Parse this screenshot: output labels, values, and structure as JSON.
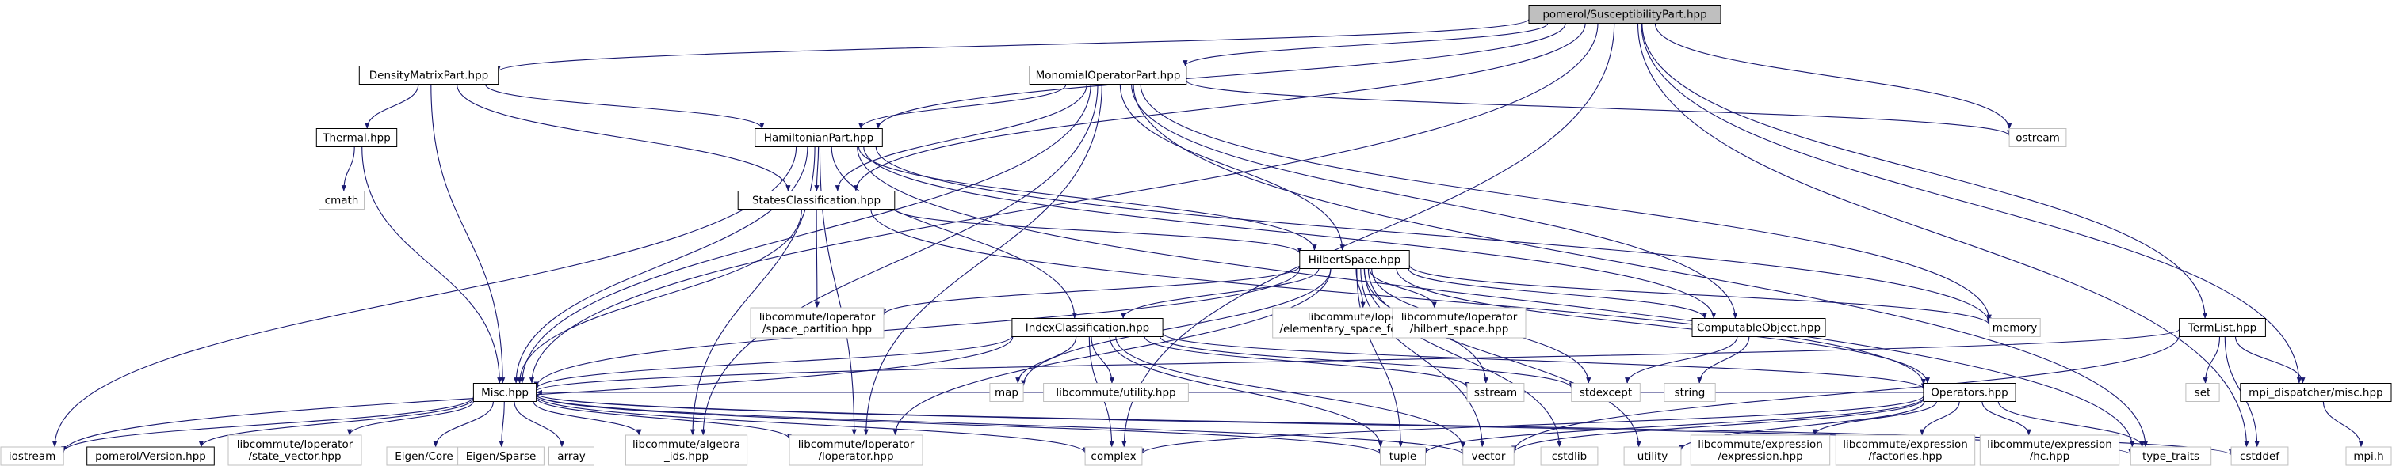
{
  "graph": {
    "nodes": [
      {
        "id": "root",
        "lines": [
          "pomerol/SusceptibilityPart.hpp"
        ],
        "kind": "root"
      },
      {
        "id": "dmp",
        "lines": [
          "DensityMatrixPart.hpp"
        ],
        "kind": "doc"
      },
      {
        "id": "mop",
        "lines": [
          "MonomialOperatorPart.hpp"
        ],
        "kind": "doc"
      },
      {
        "id": "thermal",
        "lines": [
          "Thermal.hpp"
        ],
        "kind": "doc"
      },
      {
        "id": "hp",
        "lines": [
          "HamiltonianPart.hpp"
        ],
        "kind": "doc"
      },
      {
        "id": "sc",
        "lines": [
          "StatesClassification.hpp"
        ],
        "kind": "doc"
      },
      {
        "id": "hs",
        "lines": [
          "HilbertSpace.hpp"
        ],
        "kind": "doc"
      },
      {
        "id": "ic",
        "lines": [
          "IndexClassification.hpp"
        ],
        "kind": "doc"
      },
      {
        "id": "co",
        "lines": [
          "ComputableObject.hpp"
        ],
        "kind": "doc"
      },
      {
        "id": "ops",
        "lines": [
          "Operators.hpp"
        ],
        "kind": "doc"
      },
      {
        "id": "misc",
        "lines": [
          "Misc.hpp"
        ],
        "kind": "doc"
      },
      {
        "id": "ver",
        "lines": [
          "pomerol/Version.hpp"
        ],
        "kind": "doc"
      },
      {
        "id": "tl",
        "lines": [
          "TermList.hpp"
        ],
        "kind": "doc"
      },
      {
        "id": "mpid",
        "lines": [
          "mpi_dispatcher/misc.hpp"
        ],
        "kind": "doc"
      },
      {
        "id": "cmath",
        "lines": [
          "cmath"
        ],
        "kind": "ext"
      },
      {
        "id": "ostream",
        "lines": [
          "ostream"
        ],
        "kind": "ext"
      },
      {
        "id": "memory",
        "lines": [
          "memory"
        ],
        "kind": "ext"
      },
      {
        "id": "lsp",
        "lines": [
          "libcommute/loperator",
          "/space_partition.hpp"
        ],
        "kind": "ext"
      },
      {
        "id": "lesf",
        "lines": [
          "libcommute/loperator",
          "/elementary_space_fermion.hpp"
        ],
        "kind": "ext"
      },
      {
        "id": "lhs",
        "lines": [
          "libcommute/loperator",
          "/hilbert_space.hpp"
        ],
        "kind": "ext"
      },
      {
        "id": "map",
        "lines": [
          "map"
        ],
        "kind": "ext"
      },
      {
        "id": "lutil",
        "lines": [
          "libcommute/utility.hpp"
        ],
        "kind": "ext"
      },
      {
        "id": "sstream",
        "lines": [
          "sstream"
        ],
        "kind": "ext"
      },
      {
        "id": "stdexcept",
        "lines": [
          "stdexcept"
        ],
        "kind": "ext"
      },
      {
        "id": "string",
        "lines": [
          "string"
        ],
        "kind": "ext"
      },
      {
        "id": "set",
        "lines": [
          "set"
        ],
        "kind": "ext"
      },
      {
        "id": "iostream",
        "lines": [
          "iostream"
        ],
        "kind": "ext"
      },
      {
        "id": "lsv",
        "lines": [
          "libcommute/loperator",
          "/state_vector.hpp"
        ],
        "kind": "ext"
      },
      {
        "id": "ecore",
        "lines": [
          "Eigen/Core"
        ],
        "kind": "ext"
      },
      {
        "id": "esparse",
        "lines": [
          "Eigen/Sparse"
        ],
        "kind": "ext"
      },
      {
        "id": "array",
        "lines": [
          "array"
        ],
        "kind": "ext"
      },
      {
        "id": "lalg",
        "lines": [
          "libcommute/algebra",
          "_ids.hpp"
        ],
        "kind": "ext"
      },
      {
        "id": "llop",
        "lines": [
          "libcommute/loperator",
          "/loperator.hpp"
        ],
        "kind": "ext"
      },
      {
        "id": "complex",
        "lines": [
          "complex"
        ],
        "kind": "ext"
      },
      {
        "id": "tuple",
        "lines": [
          "tuple"
        ],
        "kind": "ext"
      },
      {
        "id": "vector",
        "lines": [
          "vector"
        ],
        "kind": "ext"
      },
      {
        "id": "cstdlib",
        "lines": [
          "cstdlib"
        ],
        "kind": "ext"
      },
      {
        "id": "utility",
        "lines": [
          "utility"
        ],
        "kind": "ext"
      },
      {
        "id": "lexpr",
        "lines": [
          "libcommute/expression",
          "/expression.hpp"
        ],
        "kind": "ext"
      },
      {
        "id": "lfact",
        "lines": [
          "libcommute/expression",
          "/factories.hpp"
        ],
        "kind": "ext"
      },
      {
        "id": "lhc",
        "lines": [
          "libcommute/expression",
          "/hc.hpp"
        ],
        "kind": "ext"
      },
      {
        "id": "tt",
        "lines": [
          "type_traits"
        ],
        "kind": "ext"
      },
      {
        "id": "cstddef",
        "lines": [
          "cstddef"
        ],
        "kind": "ext"
      },
      {
        "id": "mpih",
        "lines": [
          "mpi.h"
        ],
        "kind": "ext"
      }
    ],
    "edges": [
      [
        "root",
        "dmp"
      ],
      [
        "root",
        "mop"
      ],
      [
        "root",
        "hp"
      ],
      [
        "root",
        "sc"
      ],
      [
        "root",
        "misc"
      ],
      [
        "root",
        "ostream"
      ],
      [
        "root",
        "tl"
      ],
      [
        "root",
        "mpid"
      ],
      [
        "root",
        "cstddef"
      ],
      [
        "root",
        "complex"
      ],
      [
        "dmp",
        "thermal"
      ],
      [
        "dmp",
        "hp"
      ],
      [
        "dmp",
        "sc"
      ],
      [
        "dmp",
        "misc"
      ],
      [
        "mop",
        "hp"
      ],
      [
        "mop",
        "sc"
      ],
      [
        "mop",
        "hs"
      ],
      [
        "mop",
        "misc"
      ],
      [
        "mop",
        "memory"
      ],
      [
        "mop",
        "llop"
      ],
      [
        "mop",
        "lalg"
      ],
      [
        "mop",
        "tt"
      ],
      [
        "mop",
        "ostream"
      ],
      [
        "mop",
        "co"
      ],
      [
        "thermal",
        "cmath"
      ],
      [
        "thermal",
        "misc"
      ],
      [
        "hp",
        "sc"
      ],
      [
        "hp",
        "ic"
      ],
      [
        "hp",
        "co"
      ],
      [
        "hp",
        "misc"
      ],
      [
        "hp",
        "iostream"
      ],
      [
        "hp",
        "lalg"
      ],
      [
        "hp",
        "llop"
      ],
      [
        "hp",
        "memory"
      ],
      [
        "hp",
        "tt"
      ],
      [
        "hp",
        "hs"
      ],
      [
        "sc",
        "hs"
      ],
      [
        "sc",
        "lsp"
      ],
      [
        "sc",
        "misc"
      ],
      [
        "sc",
        "ops"
      ],
      [
        "hs",
        "ic"
      ],
      [
        "hs",
        "co"
      ],
      [
        "hs",
        "ops"
      ],
      [
        "hs",
        "misc"
      ],
      [
        "hs",
        "lsp"
      ],
      [
        "hs",
        "lesf"
      ],
      [
        "hs",
        "lhs"
      ],
      [
        "hs",
        "memory"
      ],
      [
        "hs",
        "stdexcept"
      ],
      [
        "hs",
        "sstream"
      ],
      [
        "hs",
        "map"
      ],
      [
        "hs",
        "llop"
      ],
      [
        "hs",
        "tuple"
      ],
      [
        "hs",
        "vector"
      ],
      [
        "hs",
        "cstdlib"
      ],
      [
        "hs",
        "utility"
      ],
      [
        "ic",
        "misc"
      ],
      [
        "ic",
        "map"
      ],
      [
        "ic",
        "lutil"
      ],
      [
        "ic",
        "sstream"
      ],
      [
        "ic",
        "stdexcept"
      ],
      [
        "ic",
        "ops"
      ],
      [
        "ic",
        "tuple"
      ],
      [
        "ic",
        "vector"
      ],
      [
        "ic",
        "iostream"
      ],
      [
        "ic",
        "complex"
      ],
      [
        "co",
        "stdexcept"
      ],
      [
        "co",
        "string"
      ],
      [
        "ops",
        "misc"
      ],
      [
        "ops",
        "complex"
      ],
      [
        "ops",
        "tuple"
      ],
      [
        "ops",
        "vector"
      ],
      [
        "ops",
        "lexpr"
      ],
      [
        "ops",
        "lfact"
      ],
      [
        "ops",
        "lhc"
      ],
      [
        "ops",
        "tt"
      ],
      [
        "ops",
        "utility"
      ],
      [
        "misc",
        "ver"
      ],
      [
        "misc",
        "iostream"
      ],
      [
        "misc",
        "lsv"
      ],
      [
        "misc",
        "ecore"
      ],
      [
        "misc",
        "esparse"
      ],
      [
        "misc",
        "array"
      ],
      [
        "misc",
        "lalg"
      ],
      [
        "misc",
        "llop"
      ],
      [
        "misc",
        "complex"
      ],
      [
        "misc",
        "tuple"
      ],
      [
        "misc",
        "vector"
      ],
      [
        "misc",
        "tt"
      ],
      [
        "misc",
        "cstddef"
      ],
      [
        "tl",
        "misc"
      ],
      [
        "tl",
        "mpid"
      ],
      [
        "tl",
        "set"
      ],
      [
        "tl",
        "cstddef"
      ],
      [
        "tl",
        "vector"
      ],
      [
        "mpid",
        "mpih"
      ]
    ],
    "colors": {
      "edge": "#191970",
      "root_fill": "#bfbfbf",
      "doc_border": "#000000",
      "ext_border": "#bfbfbf",
      "text": "#000000"
    }
  }
}
